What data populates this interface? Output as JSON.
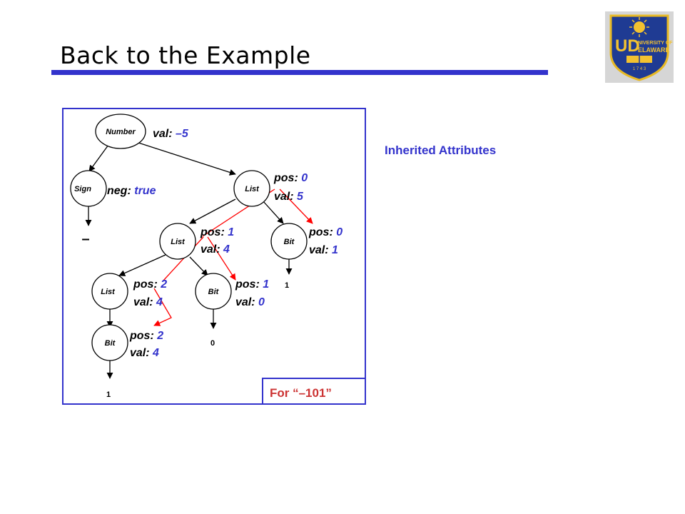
{
  "slide": {
    "title": "Back to the Example",
    "side_label": "Inherited Attributes",
    "for_label": "For “–101”"
  },
  "logo": {
    "line1": "NIVERSITY OF",
    "line2": "ELAWARE",
    "year": "1 7 4 3"
  },
  "tree": {
    "number": {
      "name": "Number",
      "val_key": "val:",
      "val": "–5"
    },
    "sign": {
      "name": "Sign",
      "neg_key": "neg:",
      "neg": "true",
      "leaf": "–"
    },
    "list_top": {
      "name": "List",
      "pos_key": "pos:",
      "pos": "0",
      "val_key": "val:",
      "val": "5"
    },
    "list_mid": {
      "name": "List",
      "pos_key": "pos:",
      "pos": "1",
      "val_key": "val:",
      "val": "4"
    },
    "bit_right": {
      "name": "Bit",
      "pos_key": "pos:",
      "pos": "0",
      "val_key": "val:",
      "val": "1",
      "leaf": "1"
    },
    "list_low": {
      "name": "List",
      "pos_key": "pos:",
      "pos": "2",
      "val_key": "val:",
      "val": "4"
    },
    "bit_mid": {
      "name": "Bit",
      "pos_key": "pos:",
      "pos": "1",
      "val_key": "val:",
      "val": "0",
      "leaf": "0"
    },
    "bit_bottom": {
      "name": "Bit",
      "pos_key": "pos:",
      "pos": "2",
      "val_key": "val:",
      "val": "4",
      "leaf": "1"
    }
  },
  "colors": {
    "accent_blue": "#3333cc",
    "arrow_red": "#ff0000",
    "label_red": "#cc3333"
  }
}
